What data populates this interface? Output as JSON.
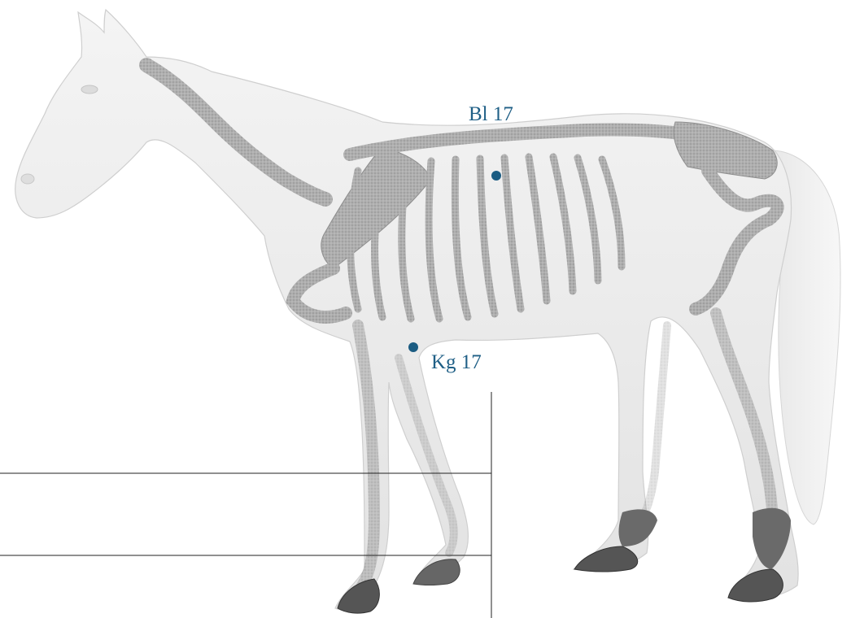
{
  "diagram": {
    "subject": "horse-skeleton-overlay",
    "points": [
      {
        "id": "bl17",
        "label": "Bl 17"
      },
      {
        "id": "kg17",
        "label": "Kg 17"
      }
    ],
    "colors": {
      "point": "#1b5c82",
      "label": "#1f5f86",
      "body": "#eeeeee",
      "bone": "#8a8a8a",
      "line": "#222222"
    }
  }
}
